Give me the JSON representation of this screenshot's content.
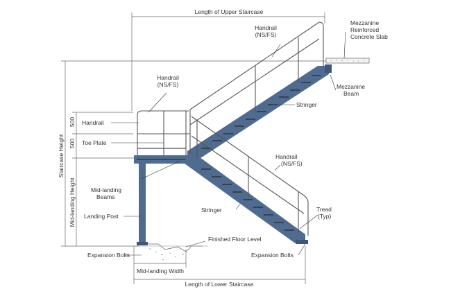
{
  "labels": {
    "length_upper": "Length of Upper Staircase",
    "length_lower": "Length of Lower Staircase",
    "handrail_upper_1": "Handrail",
    "handrail_upper_2": "(NS/FS)",
    "handrail_landing_1": "Handrail",
    "handrail_landing_2": "(NS/FS)",
    "handrail_lower_1": "Handrail",
    "handrail_lower_2": "(NS/FS)",
    "handrail_left": "Handrail",
    "toe_plate": "Toe Plate",
    "mezz_slab_1": "Mezzanine",
    "mezz_slab_2": "Reinforced",
    "mezz_slab_3": "Concrete Slab",
    "mezz_beam_1": "Mezzanine",
    "mezz_beam_2": "Beam",
    "stringer_upper": "Stringer",
    "stringer_lower": "Stringer",
    "mid_landing_beams_1": "Mid-landing",
    "mid_landing_beams_2": "Beams",
    "landing_post": "Landing Post",
    "tread_1": "Tread",
    "tread_2": "(Typ)",
    "finished_floor": "Finished Floor Level",
    "expansion_bolts_left": "Expansion Bolts",
    "expansion_bolts_right": "Expansion Bolts",
    "mid_landing_width": "Mid-landing Width",
    "staircase_height": "Staircase Height",
    "mid_landing_height": "Mid-landing Height",
    "dim_500_a": "500",
    "dim_500_b": "500"
  },
  "colors": {
    "steel": "#4f6b8f",
    "steel_dark": "#3e5678",
    "line": "#555555"
  }
}
